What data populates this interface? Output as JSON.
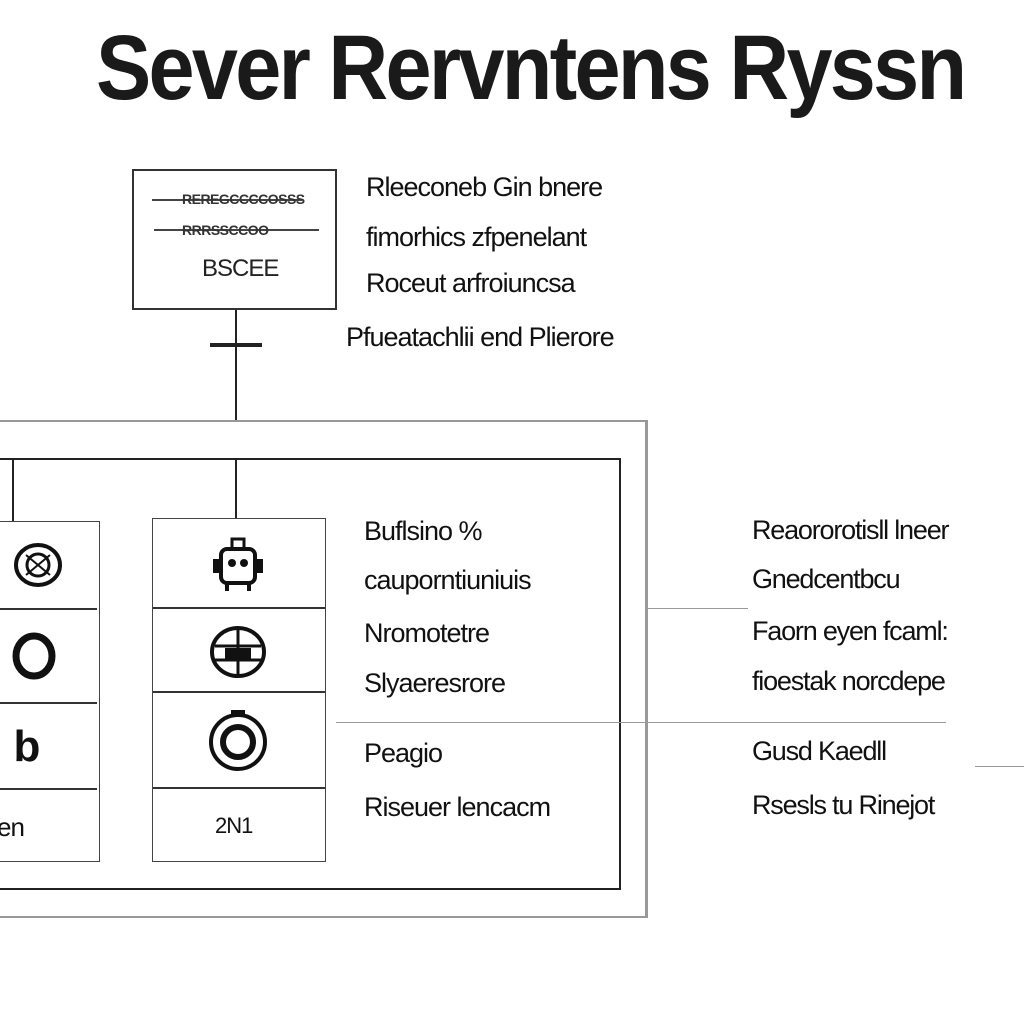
{
  "title": "Sever Rervntens Ryssn",
  "top_box": {
    "line1": "REREGCCCCOSSS",
    "line2": "RRRSSCCOO",
    "badge": "BSCEE"
  },
  "top_notes": [
    "Rleeconeb Gin bnere",
    "fimorhics zfpenelant",
    "Roceut arfroiuncsa",
    "Pfueatachlii end Plierore"
  ],
  "left_column": {
    "glyph_b": "b",
    "label": "en"
  },
  "middle_column": {
    "label": "2N1"
  },
  "middle_notes": [
    "Buflsino %",
    "cauporntiuniuis",
    "Nromotetre",
    "Slyaeresrore",
    "Peagio",
    "Riseuer lencacm"
  ],
  "right_notes": [
    "Reaororotisll lneer",
    "Gnedcentbcu",
    "Faorn eyen fcaml:",
    "fioestak norcdepe",
    "Gusd   Kaedll",
    "Rsesls tu Rinejot"
  ],
  "icons": {
    "left": [
      "gear-coin-icon",
      "ring-icon",
      "b-glyph-icon"
    ],
    "middle": [
      "robot-icon",
      "globe-icon",
      "shield-icon"
    ]
  }
}
